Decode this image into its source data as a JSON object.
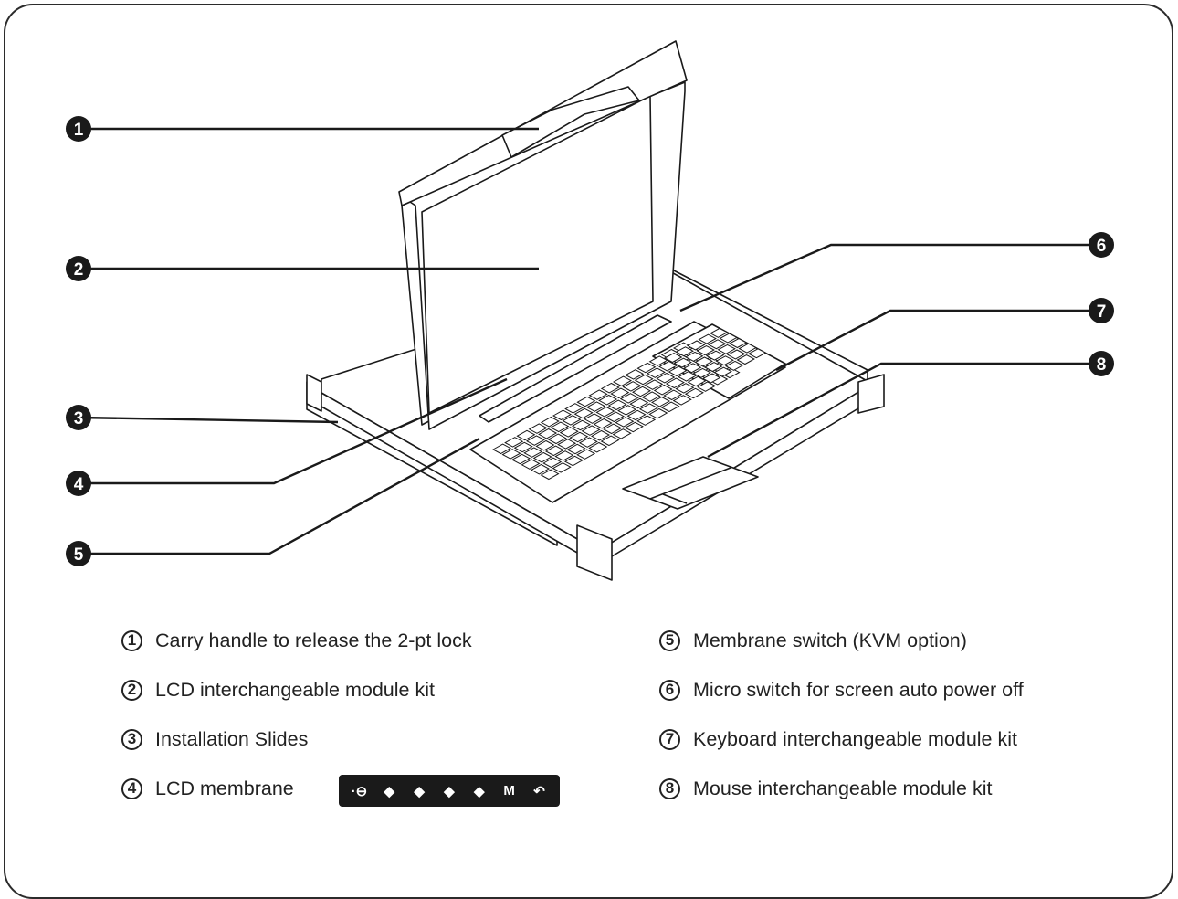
{
  "callouts": [
    "1",
    "2",
    "3",
    "4",
    "5",
    "6",
    "7",
    "8"
  ],
  "legend": [
    {
      "num": "1",
      "text": "Carry handle to release the 2-pt lock"
    },
    {
      "num": "2",
      "text": "LCD interchangeable module kit"
    },
    {
      "num": "3",
      "text": "Installation Slides"
    },
    {
      "num": "4",
      "text": "LCD membrane"
    },
    {
      "num": "5",
      "text": "Membrane switch (KVM option)"
    },
    {
      "num": "6",
      "text": "Micro switch for screen auto power off"
    },
    {
      "num": "7",
      "text": "Keyboard interchangeable module kit"
    },
    {
      "num": "8",
      "text": "Mouse interchangeable module kit"
    }
  ],
  "membrane_buttons": [
    {
      "icon": "dot-minus-icon",
      "label": "·⊖"
    },
    {
      "icon": "up-arrow-icon",
      "label": "◆"
    },
    {
      "icon": "down-arrow-icon",
      "label": "◆"
    },
    {
      "icon": "up-down-icon",
      "label": "◆"
    },
    {
      "icon": "up-down-icon",
      "label": "◆"
    },
    {
      "icon": "menu-icon",
      "label": "M"
    },
    {
      "icon": "return-icon",
      "label": "↶"
    }
  ],
  "colors": {
    "line": "#1a1a1a",
    "callout_fill": "#1a1a1a",
    "frame": "#2b2b2b"
  }
}
